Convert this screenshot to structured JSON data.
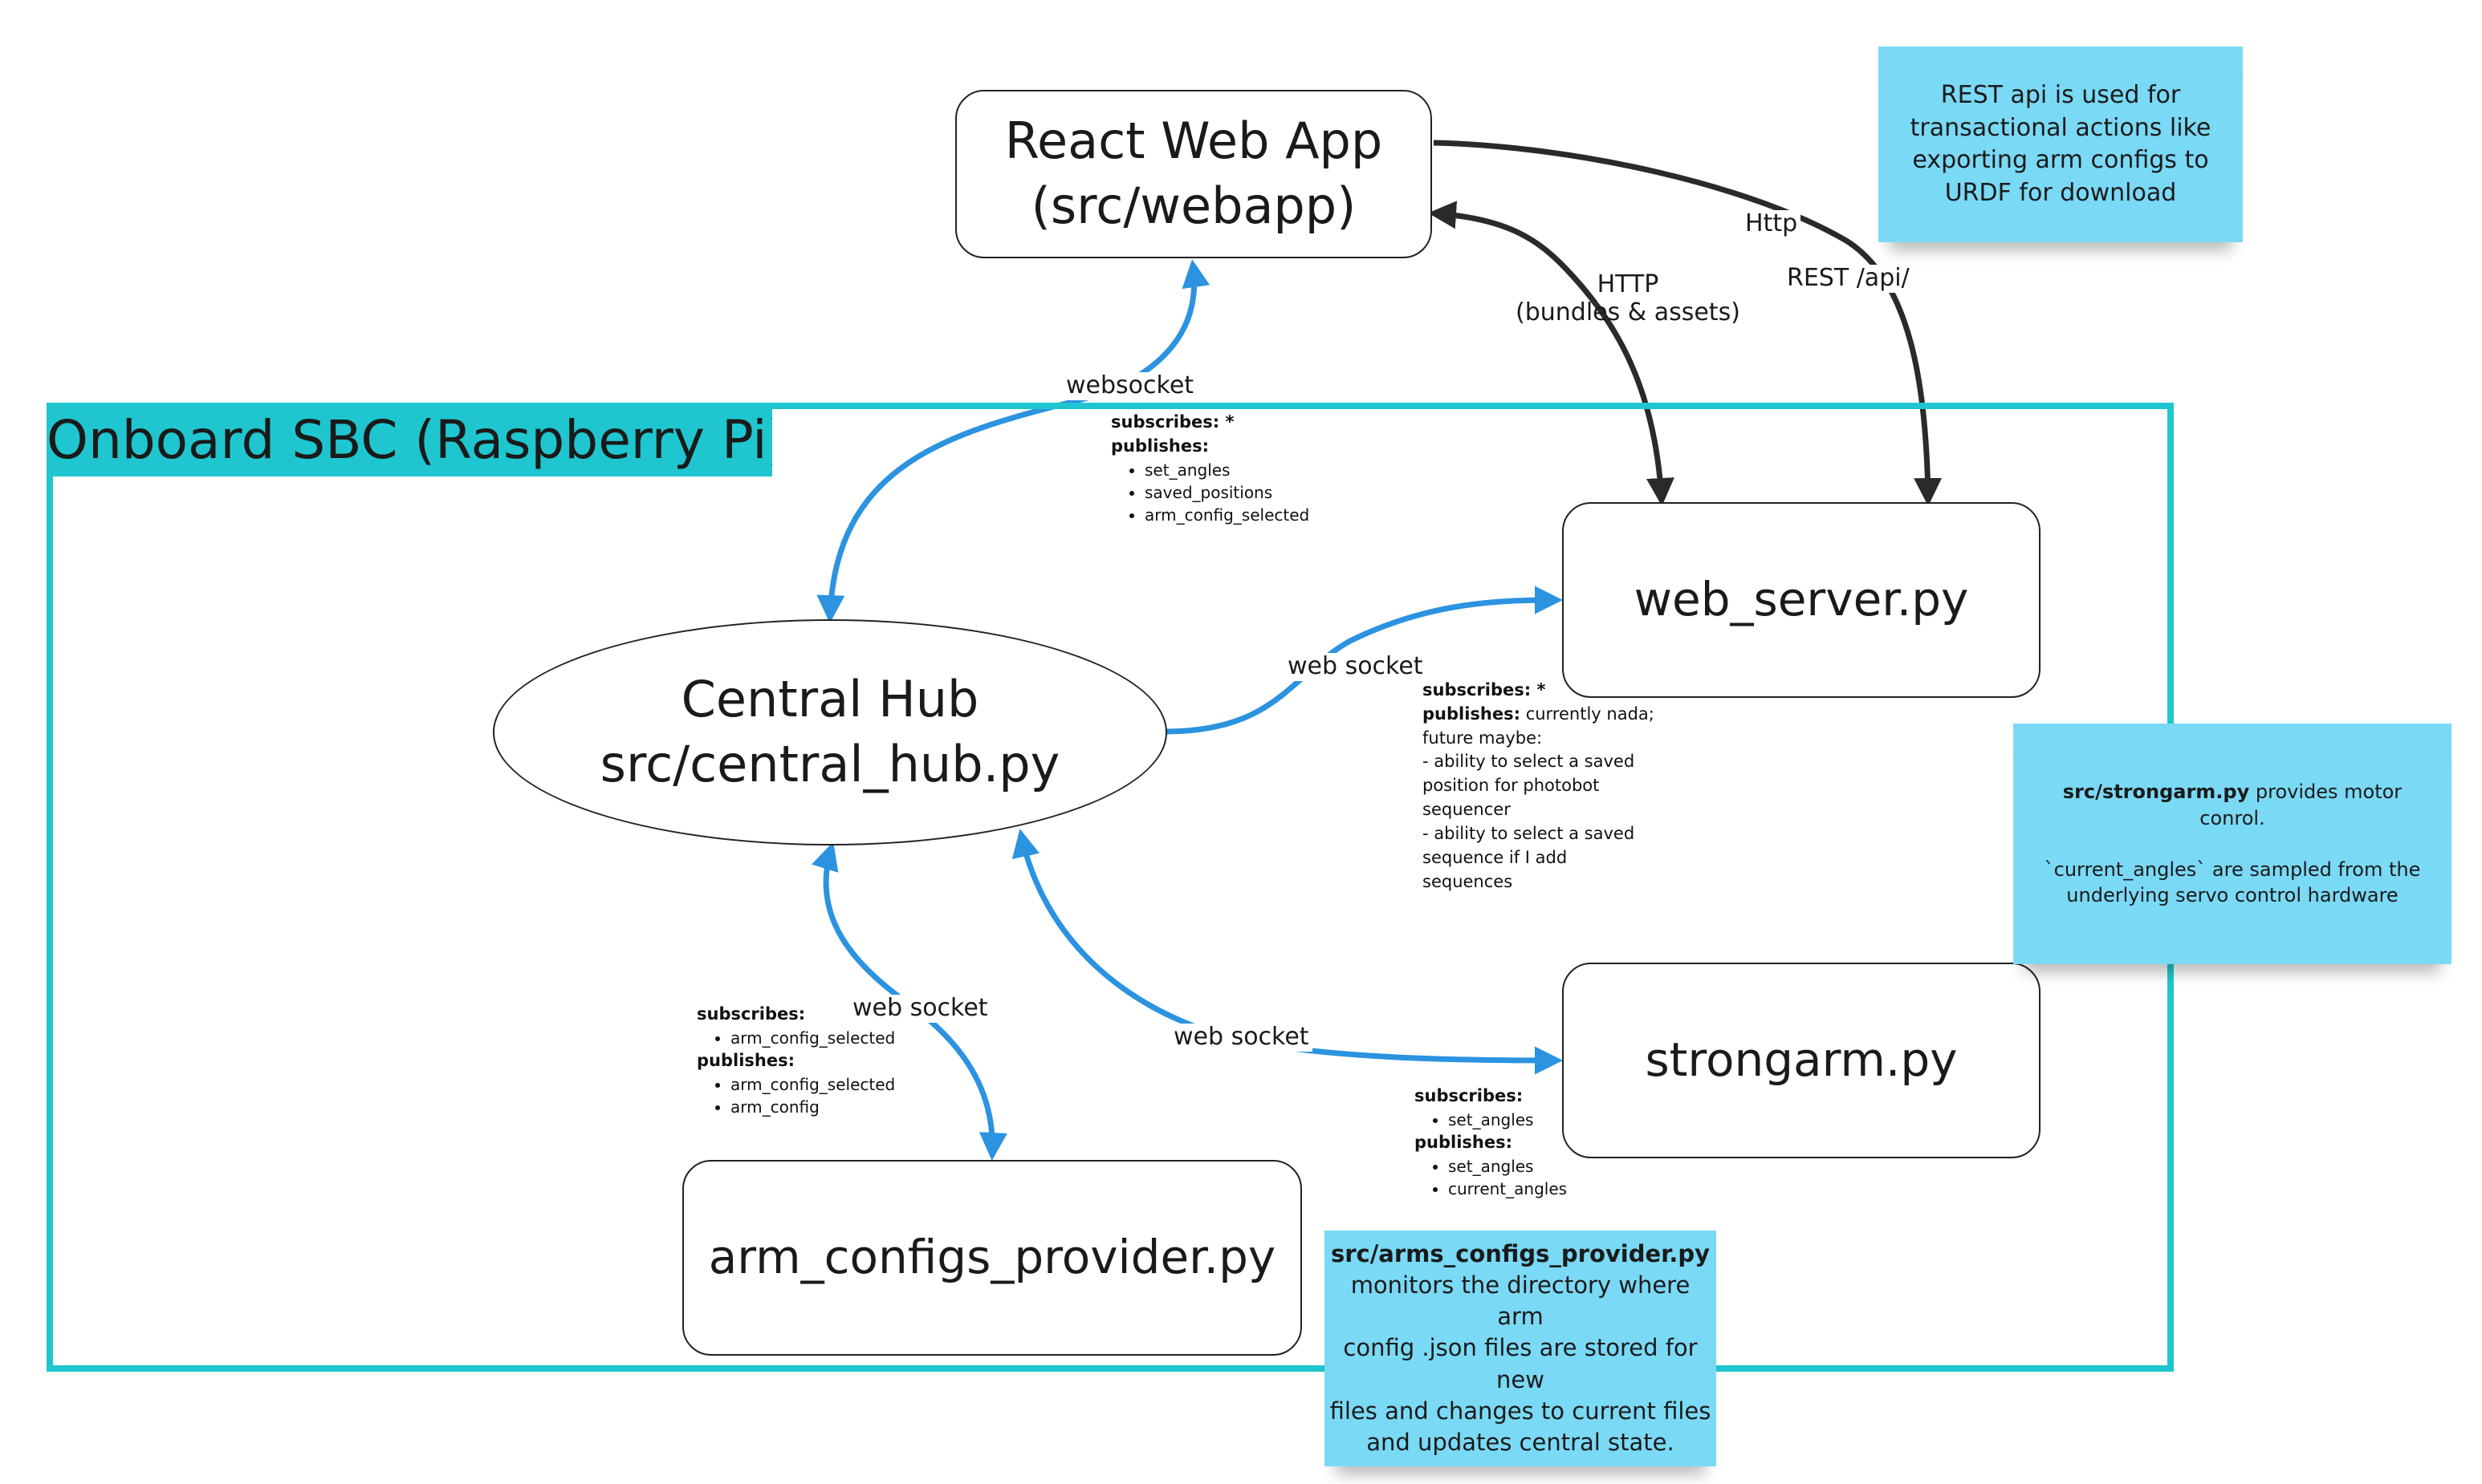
{
  "frame": {
    "title": "Onboard SBC (Raspberry Pi)"
  },
  "nodes": {
    "webapp": {
      "line1": "React Web App",
      "line2": "(src/webapp)"
    },
    "hub": {
      "line1": "Central Hub",
      "line2": "src/central_hub.py"
    },
    "web_server": {
      "label": "web_server.py"
    },
    "strongarm": {
      "label": "strongarm.py"
    },
    "arm_configs": {
      "label": "arm_configs_provider.py"
    }
  },
  "edge_labels": {
    "websocket_webapp": "websocket",
    "http_bundles_l1": "HTTP",
    "http_bundles_l2": "(bundles & assets)",
    "http_rest_l1": "Http",
    "http_rest_l2": "REST /api/",
    "ws_web_server": "web socket",
    "ws_arm_configs": "web socket",
    "ws_strongarm": "web socket"
  },
  "notes": {
    "webapp_ws": {
      "subscribes": "subscribes: *",
      "publishes": "publishes:",
      "publish_items": [
        "set_angles",
        "saved_positions",
        "arm_config_selected"
      ]
    },
    "web_server_ws": {
      "subscribes": "subscribes: *",
      "publishes": "publishes:",
      "publishes_rest": " currently nada;",
      "lines": [
        "future maybe:",
        "- ability to select a saved",
        "position for photobot",
        "sequencer",
        "- ability to select a saved",
        "sequence if I add",
        "sequences"
      ]
    },
    "arm_configs_ws": {
      "subscribes": "subscribes:",
      "subscribe_items": [
        "arm_config_selected"
      ],
      "publishes": "publishes:",
      "publish_items": [
        "arm_config_selected",
        "arm_config"
      ]
    },
    "strongarm_ws": {
      "subscribes": "subscribes:",
      "subscribe_items": [
        "set_angles"
      ],
      "publishes": "publishes:",
      "publish_items": [
        "set_angles",
        "current_angles"
      ]
    }
  },
  "stickies": {
    "rest": {
      "lines": [
        "REST api is used for",
        "transactional actions like",
        "exporting arm configs to",
        "URDF for download"
      ]
    },
    "strongarm": {
      "bold": "src/strongarm.py",
      "rest": " provides motor",
      "line2": "conrol.",
      "line3": "`current_angles` are sampled from the",
      "line4": "underlying servo control hardware"
    },
    "arm_configs": {
      "bold": "src/arms_configs_provider.py",
      "lines": [
        "monitors the directory where arm",
        "config .json files are stored for new",
        "files and changes to current files",
        "and updates central state."
      ]
    }
  },
  "colors": {
    "frame": "#1fc6cf",
    "sticky": "#7ad9f5",
    "websocket_arrow": "#2b93e0",
    "http_arrow": "#2a2a2a"
  }
}
